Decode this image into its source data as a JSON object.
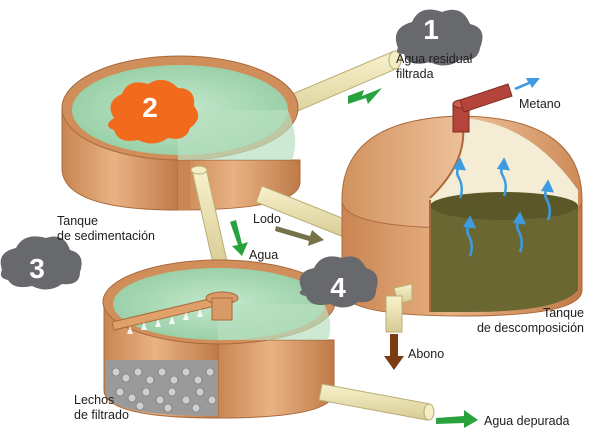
{
  "labels": {
    "agua_residual_1": "Agua residual",
    "agua_residual_2": "filtrada",
    "metano": "Metano",
    "tanque_sed_1": "Tanque",
    "tanque_sed_2": "de sedimentación",
    "lodo": "Lodo",
    "agua": "Agua",
    "tanque_desc_1": "Tanque",
    "tanque_desc_2": "de descomposición",
    "abono": "Abono",
    "lechos_1": "Lechos",
    "lechos_2": "de filtrado",
    "agua_depurada": "Agua depurada"
  },
  "steps": [
    "1",
    "2",
    "3",
    "4"
  ],
  "colors": {
    "tank_wall": "#d99a66",
    "water": "#a9d9b6",
    "sludge": "#5e5c2e",
    "pipe": "#efe6b8",
    "cloud_gray": "#6b6d70",
    "cloud_orange": "#f26a1b",
    "arrow_green": "#27a23c",
    "arrow_blue": "#3d9be0",
    "arrow_brown": "#7a3d12",
    "methane_pipe": "#b5453a"
  }
}
